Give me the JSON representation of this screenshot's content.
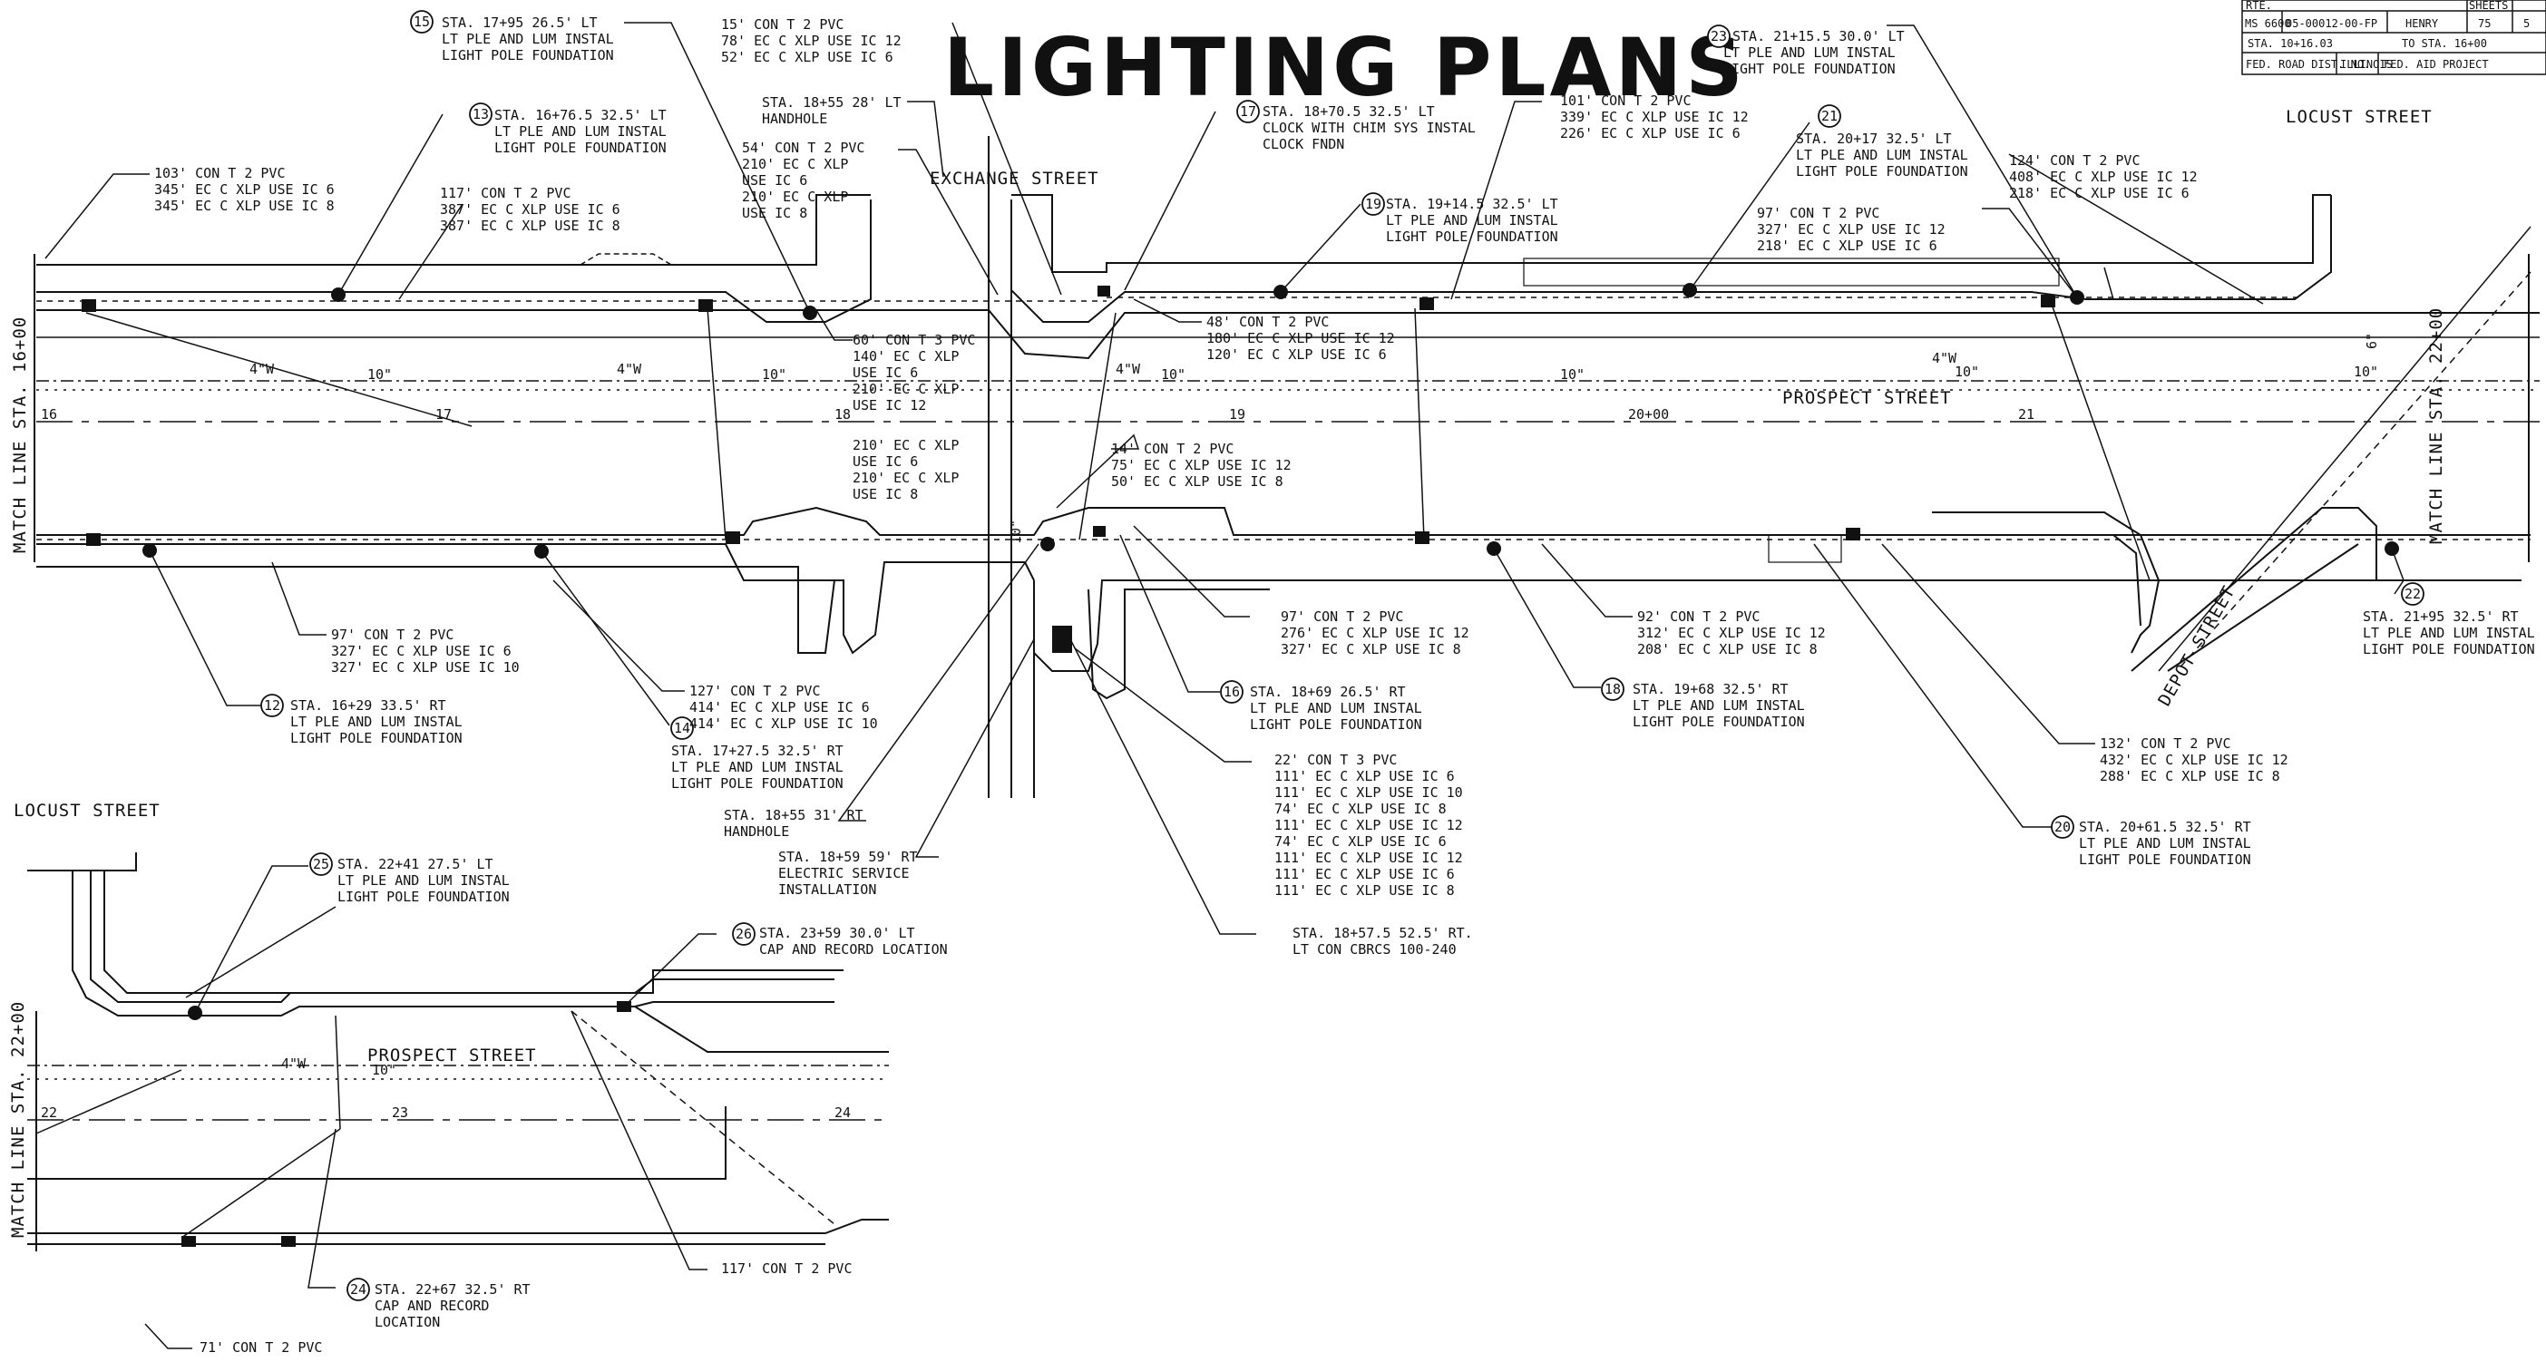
{
  "title": "LIGHTING PLANS",
  "title_block": {
    "row0": [
      "RTE.",
      "SHEETS"
    ],
    "row1": [
      "MS 6600",
      "05-00012-00-FP",
      "HENRY",
      "75",
      "5"
    ],
    "row2": [
      "STA. 10+16.03",
      "TO STA. 16+00"
    ],
    "row3": [
      "FED. ROAD DIST. NO.",
      "ILLINOIS",
      "FED. AID PROJECT"
    ]
  },
  "streets": {
    "locust_top": "LOCUST STREET",
    "exchange": "EXCHANGE STREET",
    "prospect_top": "PROSPECT STREET",
    "depot": "DEPOT STREET",
    "locust_bottom": "LOCUST STREET",
    "prospect_bottom": "PROSPECT STREET"
  },
  "match_lines": {
    "left_top": "MATCH LINE STA. 16+00",
    "right_top": "MATCH LINE STA. 22+00",
    "left_bottom": "MATCH LINE STA. 22+00"
  },
  "stations": {
    "s16": "16",
    "s17": "17",
    "s18": "18",
    "s19": "19",
    "s20": "20+00",
    "s21": "21",
    "s22": "22",
    "s23": "23",
    "s24": "24"
  },
  "dims": {
    "w4": "4\"W",
    "d10": "10\"",
    "d6": "6\""
  },
  "callouts": {
    "c15": [
      "STA. 17+95 26.5' LT",
      "LT PLE AND LUM INSTAL",
      "LIGHT POLE FOUNDATION"
    ],
    "c13": [
      "STA. 16+76.5 32.5' LT",
      "LT PLE AND LUM INSTAL",
      "LIGHT POLE FOUNDATION"
    ],
    "run103": [
      "103' CON T 2 PVC",
      "345' EC C XLP USE IC 6",
      "345' EC C XLP USE IC 8"
    ],
    "run117a": [
      "117' CON T 2 PVC",
      "387' EC C XLP USE IC 6",
      "387' EC C XLP USE IC 8"
    ],
    "run15": [
      "15' CON T 2 PVC",
      "78' EC C XLP USE IC 12",
      "52' EC C XLP USE IC 6"
    ],
    "hh1": [
      "STA. 18+55 28' LT",
      "HANDHOLE"
    ],
    "run54": [
      "54' CON T 2 PVC",
      "210' EC C XLP",
      "USE IC 6",
      "210' EC C XLP",
      "USE IC 8"
    ],
    "c17": [
      "STA. 18+70.5 32.5' LT",
      "CLOCK WITH CHIM SYS INSTAL",
      "CLOCK FNDN"
    ],
    "run101": [
      "101' CON T 2 PVC",
      "339' EC C XLP USE IC 12",
      "226' EC C XLP USE IC 6"
    ],
    "c19": [
      "STA. 19+14.5 32.5' LT",
      "LT PLE AND LUM INSTAL",
      "LIGHT POLE FOUNDATION"
    ],
    "c21": [
      "STA. 20+17 32.5' LT",
      "LT PLE AND LUM INSTAL",
      "LIGHT POLE FOUNDATION"
    ],
    "c23": [
      "STA. 21+15.5 30.0' LT",
      "LT PLE AND LUM INSTAL",
      "LIGHT POLE FOUNDATION"
    ],
    "run124": [
      "124' CON T 2 PVC",
      "408' EC C XLP USE IC 12",
      "218' EC C XLP USE IC 6"
    ],
    "run97a": [
      "97' CON T 2 PVC",
      "327' EC C XLP USE IC 12",
      "218' EC C XLP USE IC 6"
    ],
    "run60": [
      "60' CON T 3 PVC",
      "140' EC C XLP",
      "USE IC 6",
      "210' EC C XLP",
      "USE IC 12"
    ],
    "run48": [
      "48' CON T 2 PVC",
      "180' EC C XLP USE IC 12",
      "120' EC C XLP USE IC 6"
    ],
    "run210": [
      "210' EC C XLP",
      "USE IC 6",
      "210' EC C XLP",
      "USE IC 8"
    ],
    "run14": [
      "14' CON T 2 PVC",
      "75' EC C XLP USE IC 12",
      "50' EC C XLP USE IC 8"
    ],
    "run97b": [
      "97' CON T 2 PVC",
      "327' EC C XLP USE IC 6",
      "327' EC C XLP USE IC 10"
    ],
    "c12": [
      "STA. 16+29 33.5' RT",
      "LT PLE AND LUM INSTAL",
      "LIGHT POLE FOUNDATION"
    ],
    "run127": [
      "127' CON T 2 PVC",
      "414' EC C XLP USE IC 6",
      "414' EC C XLP USE IC 10"
    ],
    "c14": [
      "STA. 17+27.5 32.5' RT",
      "LT PLE AND LUM INSTAL",
      "LIGHT POLE FOUNDATION"
    ],
    "hh2": [
      "STA. 18+55 31' RT",
      "HANDHOLE"
    ],
    "svc": [
      "STA. 18+59 59' RT",
      "ELECTRIC SERVICE",
      "INSTALLATION"
    ],
    "run97c": [
      "97' CON T 2 PVC",
      "276' EC C XLP USE IC 12",
      "327' EC C XLP USE IC 8"
    ],
    "c16": [
      "STA. 18+69 26.5' RT",
      "LT PLE AND LUM INSTAL",
      "LIGHT POLE FOUNDATION"
    ],
    "run22": [
      "22' CON T 3 PVC",
      "111' EC C XLP USE IC 6",
      "111' EC C XLP USE IC 10",
      "74' EC C XLP USE IC 8",
      "111' EC C XLP USE IC 12",
      "74' EC C XLP USE IC 6",
      "111' EC C XLP USE IC 12",
      "111' EC C XLP USE IC 6",
      "111' EC C XLP USE IC 8"
    ],
    "cabinet": [
      "STA. 18+57.5 52.5' RT.",
      "LT CON CBRCS 100-240"
    ],
    "run92": [
      "92' CON T 2 PVC",
      "312' EC C XLP USE IC 12",
      "208' EC C XLP USE IC 8"
    ],
    "c18": [
      "STA. 19+68 32.5' RT",
      "LT PLE AND LUM INSTAL",
      "LIGHT POLE FOUNDATION"
    ],
    "run132": [
      "132' CON T 2 PVC",
      "432' EC C XLP USE IC 12",
      "288' EC C XLP USE IC 8"
    ],
    "c20": [
      "STA. 20+61.5 32.5' RT",
      "LT PLE AND LUM INSTAL",
      "LIGHT POLE FOUNDATION"
    ],
    "c22": [
      "STA. 21+95 32.5' RT",
      "LT PLE AND LUM INSTAL",
      "LIGHT POLE FOUNDATION"
    ],
    "c25": [
      "STA. 22+41 27.5' LT",
      "LT PLE AND LUM INSTAL",
      "LIGHT POLE FOUNDATION"
    ],
    "c26": [
      "STA. 23+59 30.0' LT",
      "CAP AND RECORD LOCATION"
    ],
    "run117b": [
      "117' CON T 2 PVC"
    ],
    "c24": [
      "STA. 22+67 32.5' RT",
      "CAP AND RECORD",
      "LOCATION"
    ],
    "run71": [
      "71' CON T 2 PVC"
    ]
  },
  "badges": {
    "b12": "12",
    "b13": "13",
    "b14": "14",
    "b15": "15",
    "b16": "16",
    "b17": "17",
    "b18": "18",
    "b19": "19",
    "b20": "20",
    "b21": "21",
    "b22": "22",
    "b23": "23",
    "b24": "24",
    "b25": "25",
    "b26": "26"
  }
}
